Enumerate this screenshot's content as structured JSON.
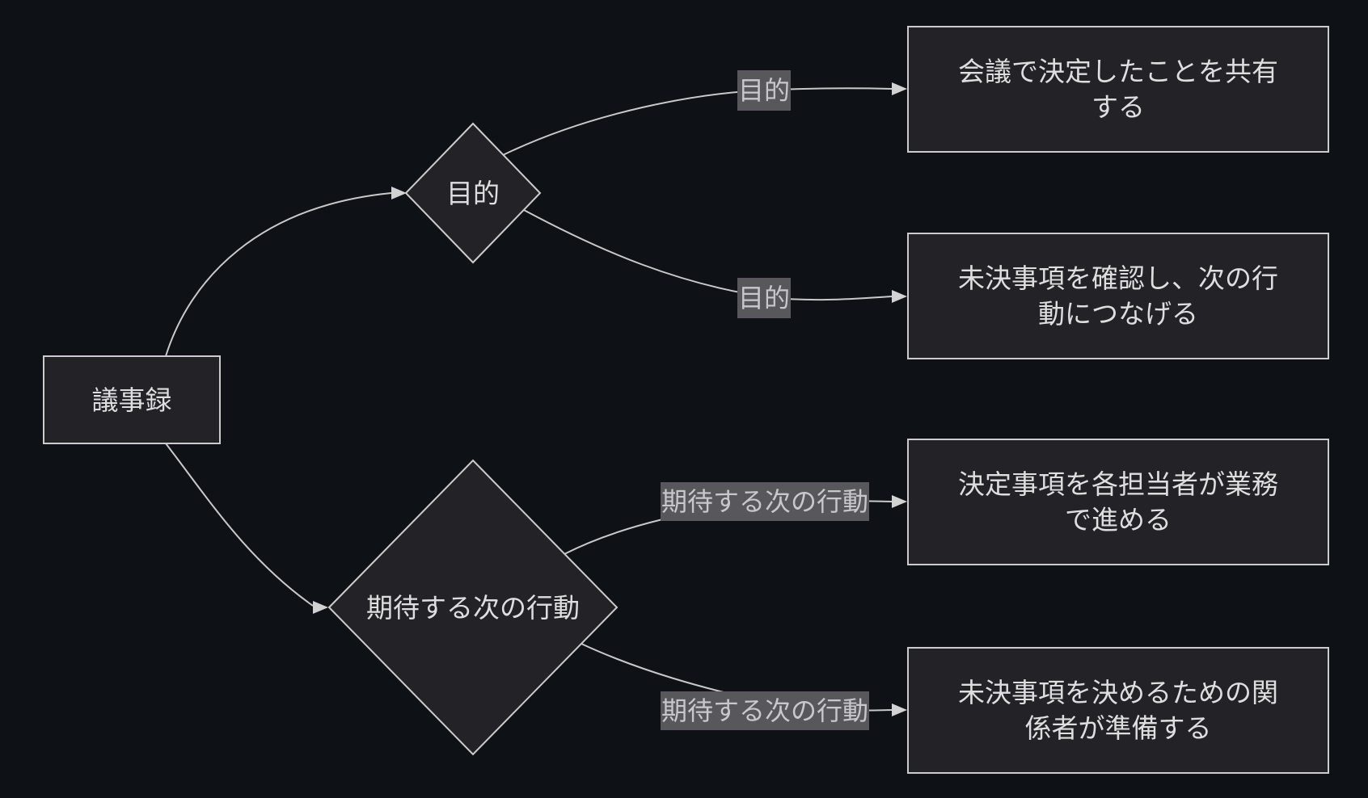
{
  "diagram": {
    "type": "flowchart-left-to-right",
    "colors": {
      "background": "#0e1116",
      "node_fill": "#232327",
      "node_border": "#cccccc",
      "node_text": "#dedede",
      "edge_line": "#c9c9c9",
      "edge_label_background": "#58585c",
      "edge_label_text": "#c8c8cc"
    },
    "nodes": {
      "minutes": {
        "shape": "rectangle",
        "label": "議事録"
      },
      "purpose": {
        "shape": "diamond",
        "label": "目的"
      },
      "next_action": {
        "shape": "diamond",
        "label": "期待する次の行動"
      },
      "share_decisions": {
        "shape": "rectangle",
        "label": "会議で決定したことを共有する",
        "line1": "会議で決定したことを共有",
        "line2": "する"
      },
      "confirm_pending": {
        "shape": "rectangle",
        "label": "未決事項を確認し、次の行動につなげる",
        "line1": "未決事項を確認し、次の行",
        "line2": "動につなげる"
      },
      "proceed_work": {
        "shape": "rectangle",
        "label": "決定事項を各担当者が業務で進める",
        "line1": "決定事項を各担当者が業務",
        "line2": "で進める"
      },
      "prepare_stakeholders": {
        "shape": "rectangle",
        "label": "未決事項を決めるための関係者が準備する",
        "line1": "未決事項を決めるための関",
        "line2": "係者が準備する"
      }
    },
    "edge_labels": {
      "purpose_1": "目的",
      "purpose_2": "目的",
      "next_action_1": "期待する次の行動",
      "next_action_2": "期待する次の行動"
    },
    "edges": [
      {
        "from": "議事録",
        "to": "目的",
        "label": ""
      },
      {
        "from": "議事録",
        "to": "期待する次の行動",
        "label": ""
      },
      {
        "from": "目的",
        "to": "会議で決定したことを共有する",
        "label": "目的"
      },
      {
        "from": "目的",
        "to": "未決事項を確認し、次の行動につなげる",
        "label": "目的"
      },
      {
        "from": "期待する次の行動",
        "to": "決定事項を各担当者が業務で進める",
        "label": "期待する次の行動"
      },
      {
        "from": "期待する次の行動",
        "to": "未決事項を決めるための関係者が準備する",
        "label": "期待する次の行動"
      }
    ]
  }
}
